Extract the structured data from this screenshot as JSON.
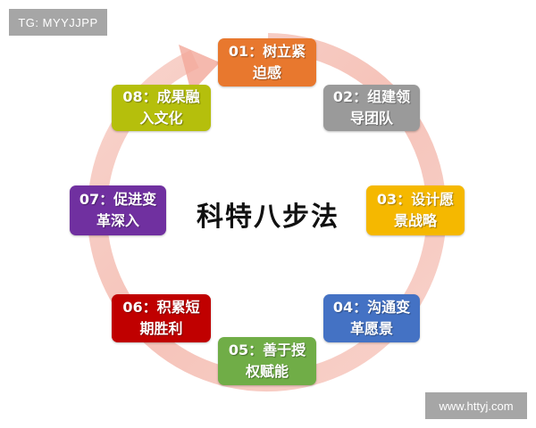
{
  "watermarks": {
    "top_left": "TG: MYYJJPP",
    "bottom_right": "www.httyj.com"
  },
  "diagram": {
    "title": "科特八步法",
    "ring_color": "#F4B4A8",
    "arrow_color": "#F3A89A",
    "steps": [
      {
        "number": "01：",
        "line1": "树立紧",
        "line2": "迫感",
        "color": "#E8782E"
      },
      {
        "number": "02：",
        "line1": "组建领",
        "line2": "导团队",
        "color": "#9A9A9A"
      },
      {
        "number": "03：",
        "line1": "设计愿",
        "line2": "景战略",
        "color": "#F5B800"
      },
      {
        "number": "04：",
        "line1": "沟通变",
        "line2": "革愿景",
        "color": "#4472C4"
      },
      {
        "number": "05：",
        "line1": "善于授",
        "line2": "权赋能",
        "color": "#70AD47"
      },
      {
        "number": "06：",
        "line1": "积累短",
        "line2": "期胜利",
        "color": "#C00000"
      },
      {
        "number": "07：",
        "line1": "促进变",
        "line2": "革深入",
        "color": "#7030A0"
      },
      {
        "number": "08：",
        "line1": "成果融",
        "line2": "入文化",
        "color": "#B5BF0C"
      }
    ]
  }
}
